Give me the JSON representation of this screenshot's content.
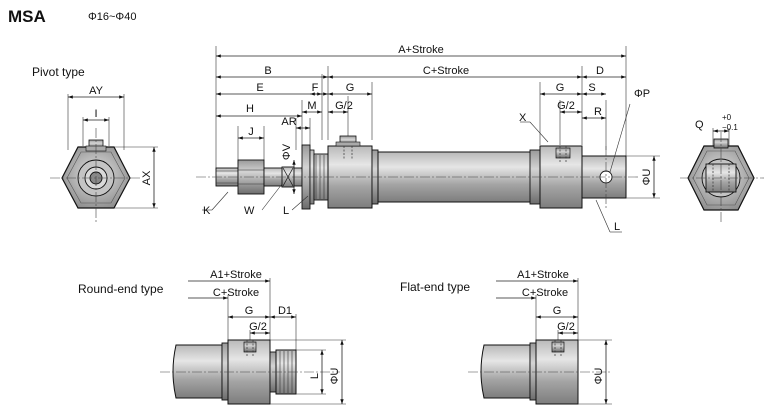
{
  "header": {
    "model": "MSA",
    "bore_range": "Φ16~Φ40"
  },
  "views": {
    "pivot_title": "Pivot type",
    "round_title": "Round-end type",
    "flat_title": "Flat-end type"
  },
  "labels": {
    "a_stroke": "A+Stroke",
    "b": "B",
    "c_stroke": "C+Stroke",
    "d": "D",
    "e": "E",
    "f": "F",
    "g": "G",
    "g_half": "G/2",
    "h": "H",
    "m": "M",
    "ar": "AR",
    "j": "J",
    "s": "S",
    "r": "R",
    "x": "X",
    "phi_p": "ΦP",
    "phi_u": "ΦU",
    "phi_v": "ΦV",
    "k": "K",
    "w": "W",
    "l": "L",
    "ay": "AY",
    "ax": "AX",
    "i": "I",
    "q": "Q",
    "q_tol_upper": "+0",
    "q_tol_lower": "−0.1",
    "a1_stroke": "A1+Stroke",
    "d1": "D1"
  }
}
